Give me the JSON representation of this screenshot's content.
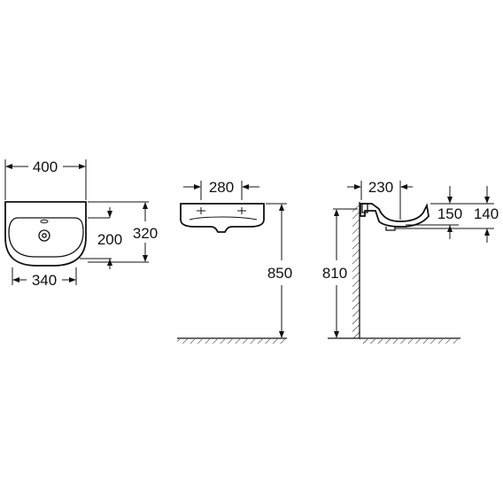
{
  "dimensions": {
    "top_width": "400",
    "bowl_width": "340",
    "bowl_depth": "200",
    "overall_depth": "320",
    "tap_spacing": "280",
    "rim_height": "850",
    "wall_depth": "230",
    "waste_height": "810",
    "drain_offset": "150",
    "bowl_height": "140"
  }
}
